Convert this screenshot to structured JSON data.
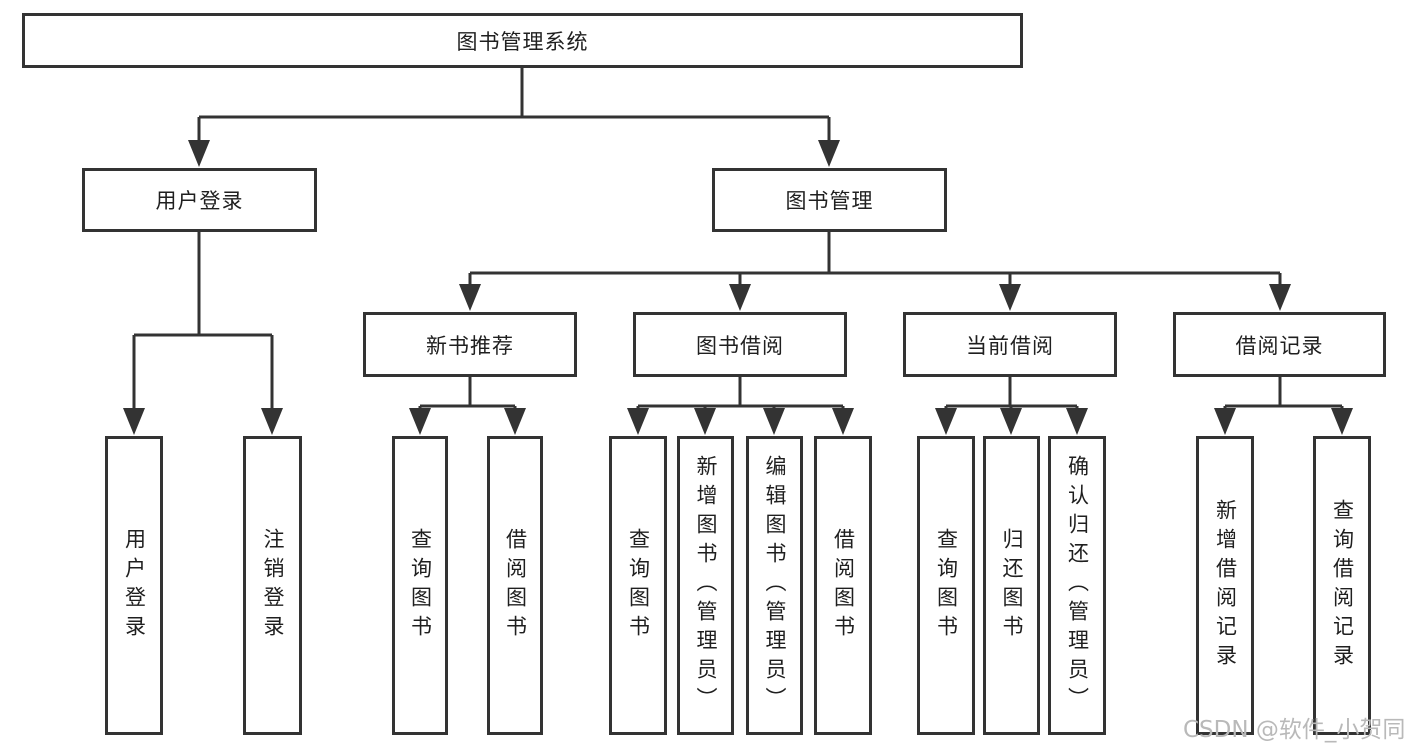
{
  "diagram": {
    "type": "tree",
    "title": "图书管理系统",
    "tree": {
      "root": "图书管理系统",
      "level2": [
        "用户登录",
        "图书管理"
      ],
      "level3": [
        "新书推荐",
        "图书借阅",
        "当前借阅",
        "借阅记录"
      ],
      "leaves": {
        "user_login": [
          "用户登录",
          "注销登录"
        ],
        "new_books": [
          "查询图书",
          "借阅图书"
        ],
        "book_borrow": [
          "查询图书",
          "新增图书（管理员）",
          "编辑图书（管理员）",
          "借阅图书"
        ],
        "current_borrow": [
          "查询图书",
          "归还图书",
          "确认归还（管理员）"
        ],
        "borrow_records": [
          "新增借阅记录",
          "查询借阅记录"
        ]
      }
    },
    "edges": [
      [
        "图书管理系统",
        "用户登录"
      ],
      [
        "图书管理系统",
        "图书管理"
      ],
      [
        "用户登录",
        "用户登录"
      ],
      [
        "用户登录",
        "注销登录"
      ],
      [
        "图书管理",
        "新书推荐"
      ],
      [
        "图书管理",
        "图书借阅"
      ],
      [
        "图书管理",
        "当前借阅"
      ],
      [
        "图书管理",
        "借阅记录"
      ],
      [
        "新书推荐",
        "查询图书"
      ],
      [
        "新书推荐",
        "借阅图书"
      ],
      [
        "图书借阅",
        "查询图书"
      ],
      [
        "图书借阅",
        "新增图书（管理员）"
      ],
      [
        "图书借阅",
        "编辑图书（管理员）"
      ],
      [
        "图书借阅",
        "借阅图书"
      ],
      [
        "当前借阅",
        "查询图书"
      ],
      [
        "当前借阅",
        "归还图书"
      ],
      [
        "当前借阅",
        "确认归还（管理员）"
      ],
      [
        "借阅记录",
        "新增借阅记录"
      ],
      [
        "借阅记录",
        "查询借阅记录"
      ]
    ],
    "colors": {
      "line": "#333333",
      "text": "#1f1f1f",
      "box_fill": "#ffffff",
      "background": "#ffffff",
      "watermark": "#b9b9b9"
    }
  },
  "watermark": "CSDN @软件_小贺同学"
}
